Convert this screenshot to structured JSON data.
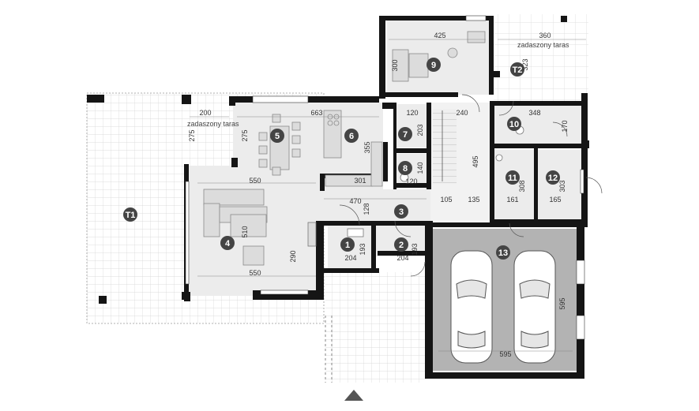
{
  "rooms": [
    {
      "id": "r1",
      "number": "1"
    },
    {
      "id": "r2",
      "number": "2"
    },
    {
      "id": "r3",
      "number": "3"
    },
    {
      "id": "r4",
      "number": "4"
    },
    {
      "id": "r5",
      "number": "5"
    },
    {
      "id": "r6",
      "number": "6"
    },
    {
      "id": "r7",
      "number": "7"
    },
    {
      "id": "r8",
      "number": "8"
    },
    {
      "id": "r9",
      "number": "9"
    },
    {
      "id": "r10",
      "number": "10"
    },
    {
      "id": "r11",
      "number": "11"
    },
    {
      "id": "r12",
      "number": "12"
    },
    {
      "id": "r13",
      "number": "13"
    },
    {
      "id": "t1",
      "number": "T1"
    },
    {
      "id": "t2",
      "number": "T2"
    }
  ],
  "labels": {
    "terrace_t1": "zadaszony taras",
    "terrace_t2": "zadaszony taras"
  },
  "dimensions": {
    "d425": "425",
    "d360": "360",
    "d323": "323",
    "d300": "300",
    "d200": "200",
    "d275a": "275",
    "d275b": "275",
    "d663": "663",
    "d120a": "120",
    "d203": "203",
    "d240": "240",
    "d348": "348",
    "d170": "170",
    "d355": "355",
    "d550a": "550",
    "d301": "301",
    "d140": "140",
    "d120b": "120",
    "d495": "495",
    "d308": "308",
    "d303": "303",
    "d470": "470",
    "d105": "105",
    "d135": "135",
    "d161": "161",
    "d165": "165",
    "d128": "128",
    "d510": "510",
    "d290": "290",
    "d550b": "550",
    "d193a": "193",
    "d193b": "193",
    "d204a": "204",
    "d204b": "204",
    "d595a": "595",
    "d595b": "595"
  }
}
